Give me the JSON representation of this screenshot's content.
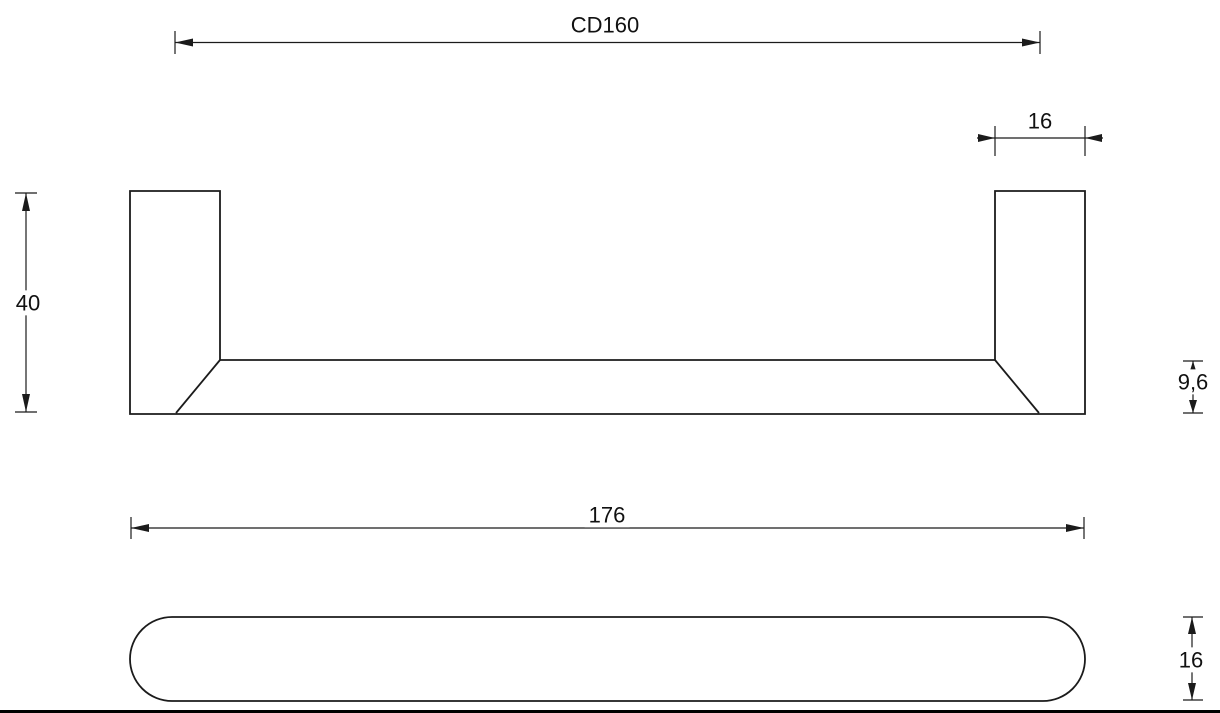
{
  "page": {
    "background": "#ffffff",
    "line_color": "#1b1b1b"
  },
  "drawing": {
    "dimensions": {
      "center_distance": "CD160",
      "end_post_width": "16",
      "height": "40",
      "grip_thickness": "9,6",
      "overall_length": "176",
      "depth": "16"
    }
  }
}
